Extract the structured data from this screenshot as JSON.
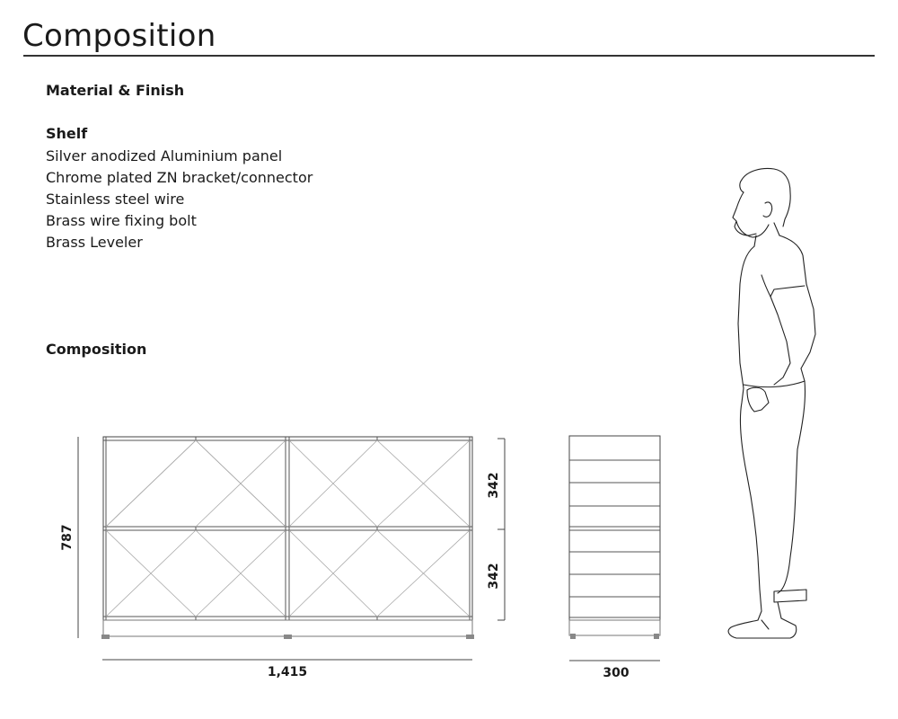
{
  "header": {
    "title": "Composition"
  },
  "material_section": {
    "heading": "Material & Finish",
    "shelf_heading": "Shelf",
    "items": [
      "Silver anodized Aluminium panel",
      "Chrome plated ZN bracket/connector",
      "Stainless steel wire",
      "Brass wire fixing bolt",
      "Brass Leveler"
    ]
  },
  "composition_section": {
    "heading": "Composition"
  },
  "dimensions": {
    "total_height": "787",
    "upper_height": "342",
    "lower_height": "342",
    "width": "1,415",
    "depth": "300"
  }
}
